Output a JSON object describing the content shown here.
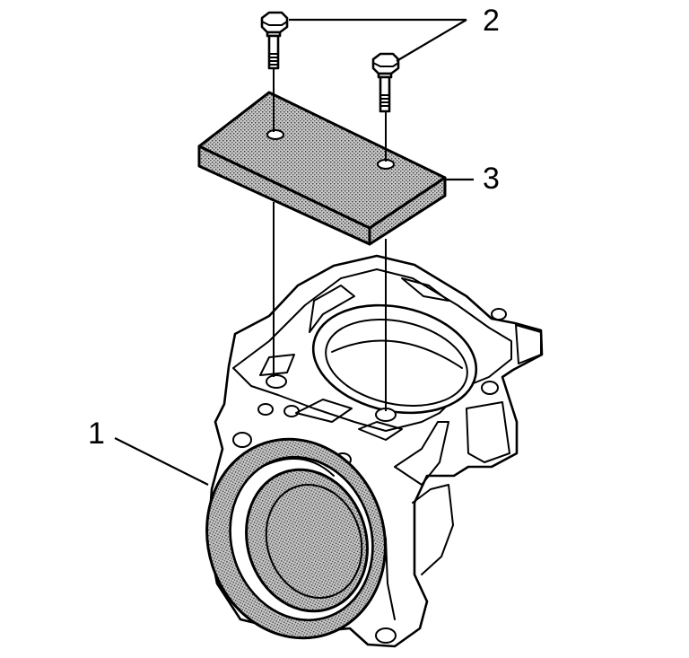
{
  "diagram": {
    "callouts": [
      {
        "id": "housing",
        "label": "1"
      },
      {
        "id": "bolts",
        "label": "2"
      },
      {
        "id": "plate",
        "label": "3"
      }
    ],
    "colors": {
      "line": "#000000",
      "background": "#ffffff",
      "stipple": "#b8b8b8"
    }
  }
}
